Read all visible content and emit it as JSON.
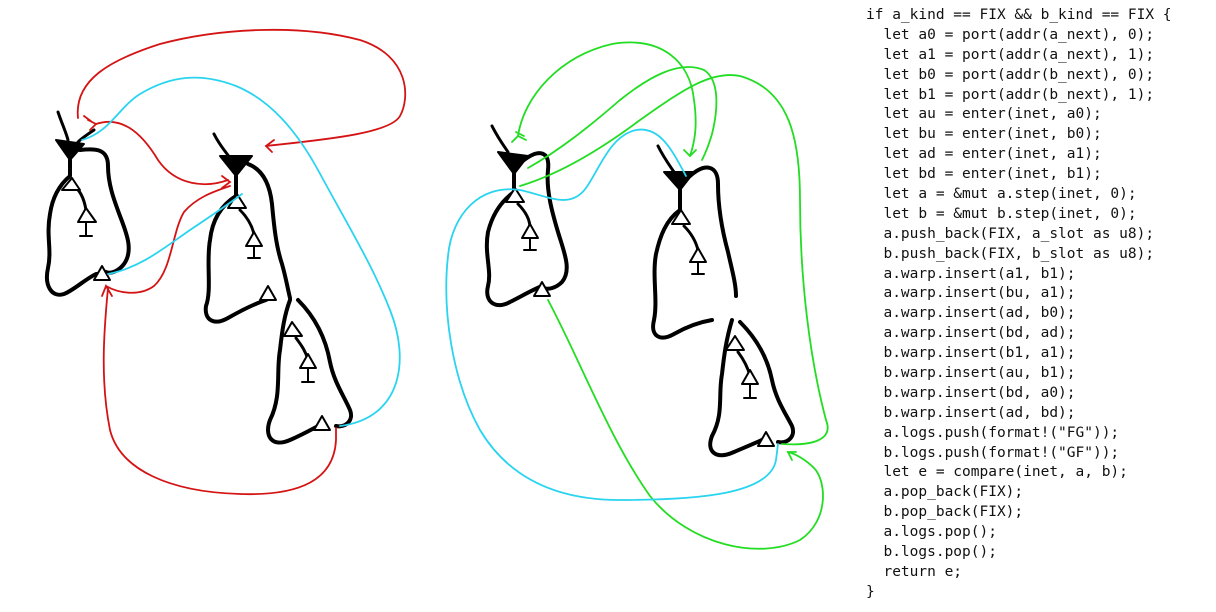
{
  "colors": {
    "ink": "#000000",
    "red": "#d41414",
    "cyan": "#2ad4f0",
    "green": "#22dd22",
    "code_text": "#111111",
    "background": "#ffffff"
  },
  "code": {
    "lines": [
      "if a_kind == FIX && b_kind == FIX {",
      "  let a0 = port(addr(a_next), 0);",
      "  let a1 = port(addr(a_next), 1);",
      "  let b0 = port(addr(b_next), 0);",
      "  let b1 = port(addr(b_next), 1);",
      "  let au = enter(inet, a0);",
      "  let bu = enter(inet, b0);",
      "  let ad = enter(inet, a1);",
      "  let bd = enter(inet, b1);",
      "  let a = &mut a.step(inet, 0);",
      "  let b = &mut b.step(inet, 0);",
      "  a.push_back(FIX, a_slot as u8);",
      "  b.push_back(FIX, b_slot as u8);",
      "  a.warp.insert(a1, b1);",
      "  a.warp.insert(bu, a1);",
      "  a.warp.insert(ad, b0);",
      "  a.warp.insert(bd, ad);",
      "  b.warp.insert(b1, a1);",
      "  b.warp.insert(au, b1);",
      "  b.warp.insert(bd, a0);",
      "  b.warp.insert(ad, bd);",
      "  a.logs.push(format!(\"FG\"));",
      "  b.logs.push(format!(\"GF\"));",
      "  let e = compare(inet, a, b);",
      "  a.pop_back(FIX);",
      "  b.pop_back(FIX);",
      "  a.logs.pop();",
      "  b.logs.pop();",
      "  return e;",
      "}"
    ]
  }
}
